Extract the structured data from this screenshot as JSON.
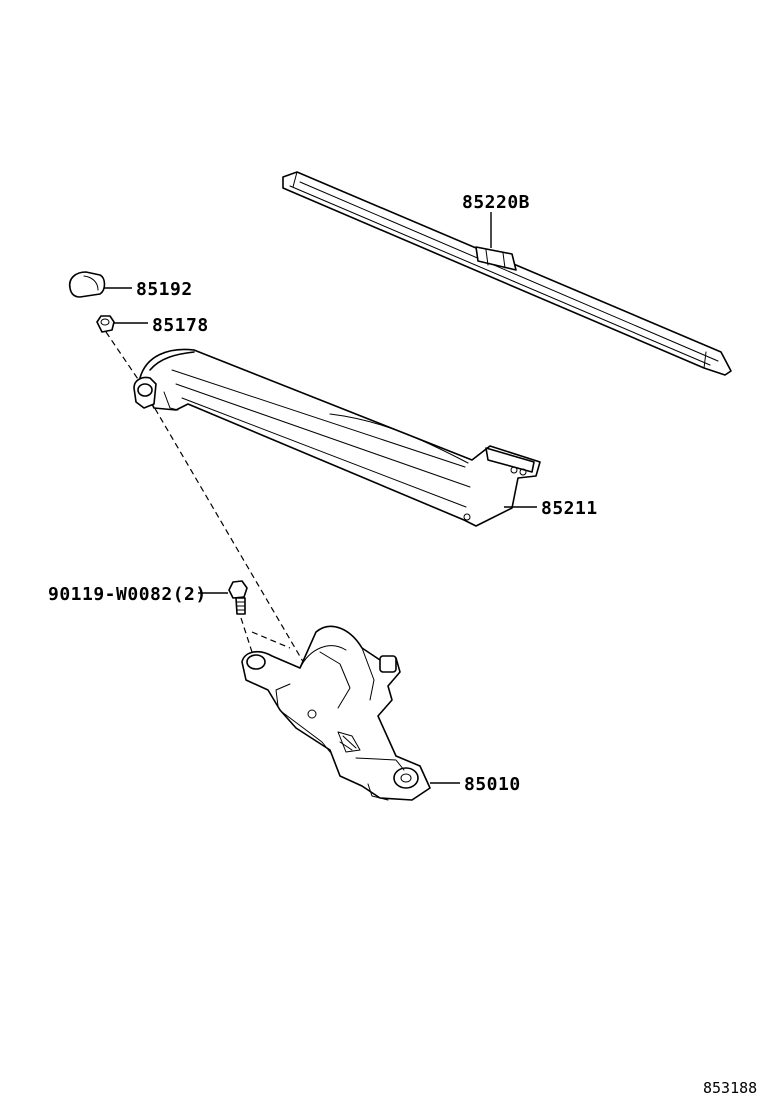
{
  "parts": [
    {
      "id": "wiper-blade",
      "number": "85220B"
    },
    {
      "id": "arm-cap",
      "number": "85192"
    },
    {
      "id": "arm-nut",
      "number": "85178"
    },
    {
      "id": "wiper-arm",
      "number": "85211"
    },
    {
      "id": "mount-bolt",
      "number": "90119-W0082(2)"
    },
    {
      "id": "wiper-motor",
      "number": "85010"
    }
  ],
  "diagram_id": "853188"
}
